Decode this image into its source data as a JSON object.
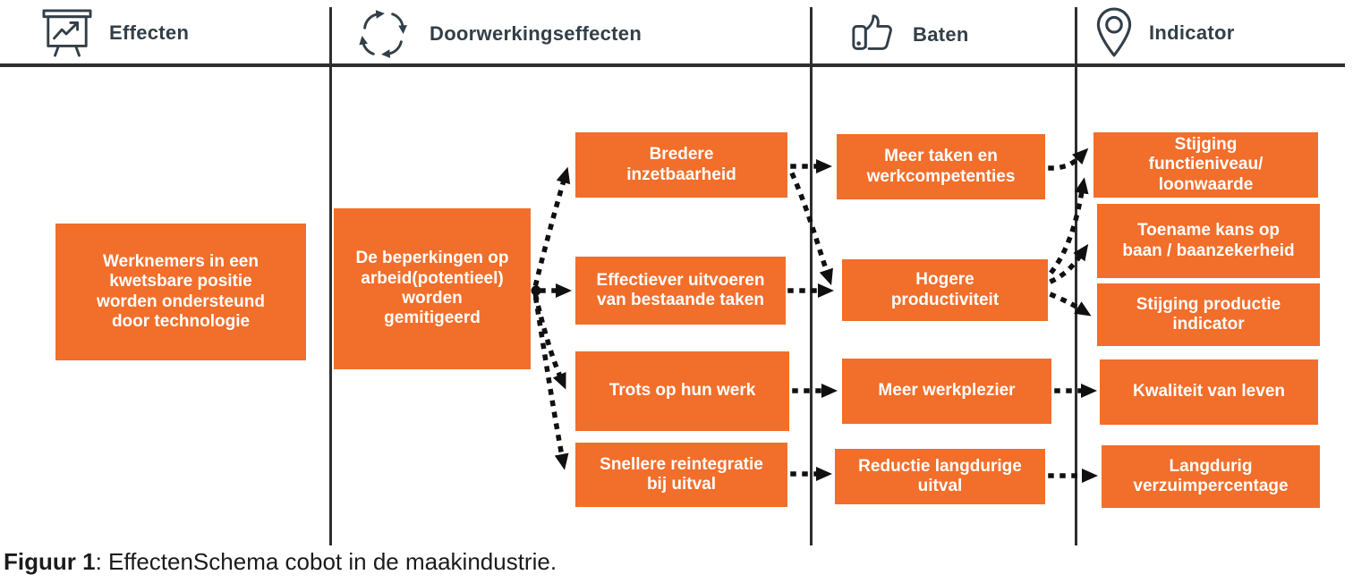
{
  "header": {
    "columns": [
      {
        "label": "Effecten",
        "icon": "presentation-chart-icon"
      },
      {
        "label": "Doorwerkingseffecten",
        "icon": "recycle-icon"
      },
      {
        "label": "Baten",
        "icon": "thumbs-up-icon"
      },
      {
        "label": "Indicator",
        "icon": "location-pin-icon"
      }
    ]
  },
  "boxes": {
    "effect": "Werknemers in een\nkwetsbare positie\nworden ondersteund\ndoor technologie",
    "doorwerking": "De beperkingen op\narbeid(potentieel)\nworden\ngemitigeerd",
    "mid1": "Bredere\ninzetbaarheid",
    "mid2": "Effectiever uitvoeren\nvan bestaande taken",
    "mid3": "Trots op hun werk",
    "mid4": "Snellere reintegratie\nbij uitval",
    "baten1": "Meer taken en\nwerkcompetenties",
    "baten2": "Hogere\nproductiviteit",
    "baten3": "Meer werkplezier",
    "baten4": "Reductie langdurige\nuitval",
    "ind1": "Stijging\nfunctieniveau/\nloonwaarde",
    "ind2": "Toename kans op\nbaan / baanzekerheid",
    "ind3": "Stijging productie\nindicator",
    "ind4": "Kwaliteit van leven",
    "ind5": "Langdurig\nverzuimpercentage"
  },
  "edges": [
    {
      "from": "De beperkingen op arbeid(potentieel) worden gemitigeerd",
      "to": "Bredere inzetbaarheid"
    },
    {
      "from": "De beperkingen op arbeid(potentieel) worden gemitigeerd",
      "to": "Effectiever uitvoeren van bestaande taken"
    },
    {
      "from": "De beperkingen op arbeid(potentieel) worden gemitigeerd",
      "to": "Trots op hun werk"
    },
    {
      "from": "De beperkingen op arbeid(potentieel) worden gemitigeerd",
      "to": "Snellere reintegratie bij uitval"
    },
    {
      "from": "Bredere inzetbaarheid",
      "to": "Meer taken en werkcompetenties"
    },
    {
      "from": "Bredere inzetbaarheid",
      "to": "Hogere productiviteit"
    },
    {
      "from": "Effectiever uitvoeren van bestaande taken",
      "to": "Hogere productiviteit"
    },
    {
      "from": "Trots op hun werk",
      "to": "Meer werkplezier"
    },
    {
      "from": "Snellere reintegratie bij uitval",
      "to": "Reductie langdurige uitval"
    },
    {
      "from": "Meer taken en werkcompetenties",
      "to": "Stijging functieniveau/loonwaarde"
    },
    {
      "from": "Hogere productiviteit",
      "to": "Stijging functieniveau/loonwaarde"
    },
    {
      "from": "Hogere productiviteit",
      "to": "Toename kans op baan / baanzekerheid"
    },
    {
      "from": "Hogere productiviteit",
      "to": "Stijging productie indicator"
    },
    {
      "from": "Meer werkplezier",
      "to": "Kwaliteit van leven"
    },
    {
      "from": "Reductie langdurige uitval",
      "to": "Langdurig verzuimpercentage"
    }
  ],
  "caption": {
    "prefix": "Figuur 1",
    "text": ": EffectenSchema cobot in de maakindustrie."
  },
  "colors": {
    "box_orange": "#F26E2B",
    "box_text": "#FFFFFF",
    "header_text": "#333F48",
    "line": "#2E2E2E",
    "arrow": "#101010"
  }
}
